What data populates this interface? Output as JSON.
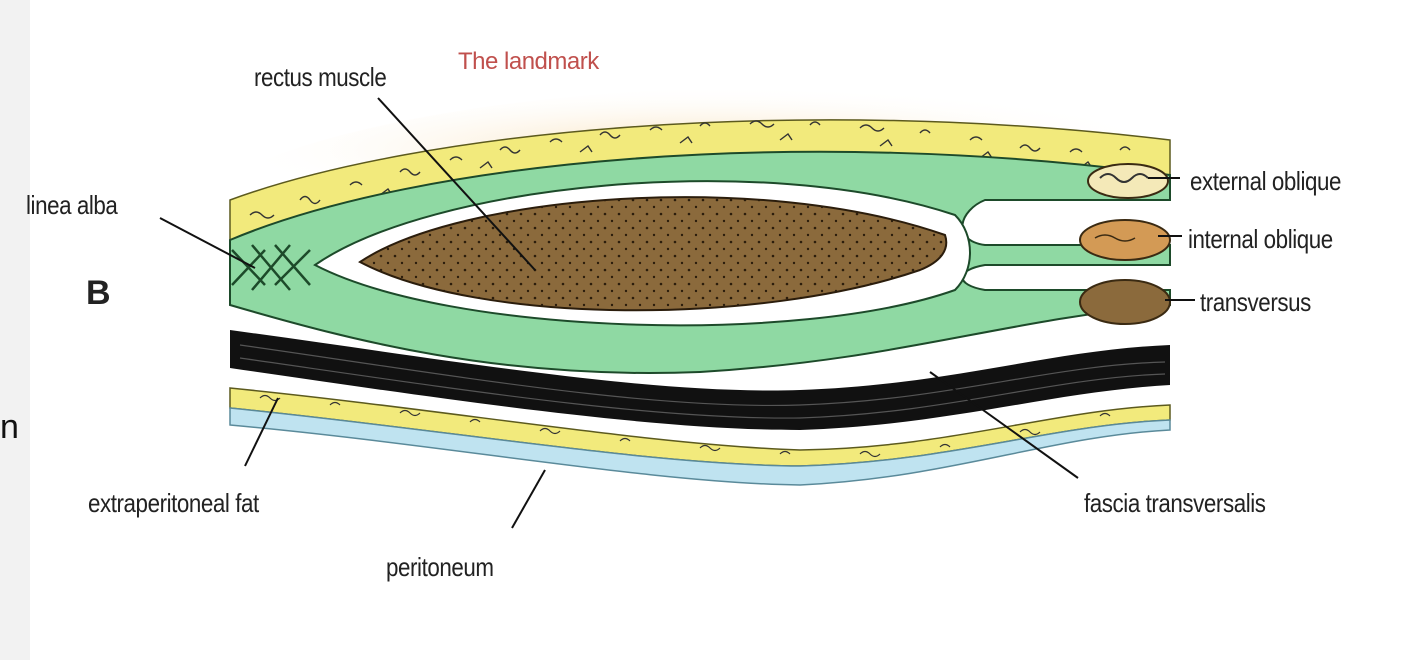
{
  "panel_letter": "B",
  "edge_fragment": "n",
  "annotation": "The landmark",
  "labels": {
    "rectus_muscle": "rectus muscle",
    "linea_alba": "linea alba",
    "external_oblique": "external oblique",
    "internal_oblique": "internal oblique",
    "transversus": "transversus",
    "extraperitoneal_fat": "extraperitoneal fat",
    "peritoneum": "peritoneum",
    "fascia_transversalis": "fascia transversalis"
  },
  "colors": {
    "fat_yellow": "#f2ea7c",
    "sheath_green": "#8fd9a3",
    "muscle_brown": "#8b6a3c",
    "internal_oblique_orange": "#d39a55",
    "peritoneum_blue": "#bfe3f0",
    "annotation_red": "#c0504d",
    "fascia_black": "#111111"
  }
}
